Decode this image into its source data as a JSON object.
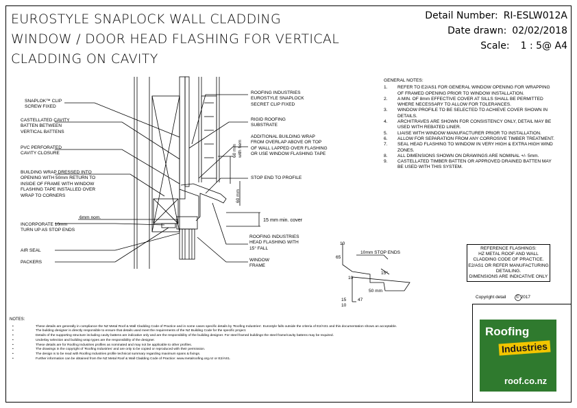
{
  "title": {
    "line1": "EUROSTYLE SNAPLOCK WALL CLADDING",
    "line2": "WINDOW / DOOR HEAD FLASHING FOR VERTICAL",
    "line3": "CLADDING ON CAVITY"
  },
  "meta": {
    "detail_label": "Detail Number:",
    "detail_value": "RI-ESLW012A",
    "date_label": "Date drawn:",
    "date_value": "02/02/2018",
    "scale_label": "Scale:",
    "scale_value": "1 : 5@ A4"
  },
  "drawing_labels": {
    "snaplok_clip": [
      "SNAPLOK™ CLIP",
      "SCREW FIXED"
    ],
    "castellated": [
      "CASTELLATED CAVITY",
      "BATTEN BETWEEN",
      "VERTICAL BATTENS"
    ],
    "pvc": [
      "PVC PERFORATED",
      "CAVITY CLOSURE"
    ],
    "wrap": [
      "BUILDING WRAP DRESSED INTO",
      "OPENING WITH 50mm RETURN TO",
      "INSIDE OF FRAME WITH WINDOW",
      "FLASHING TAPE INSTALLED OVER",
      "WRAP TO CORNERS"
    ],
    "six_mm": "6mm nom.",
    "incorporate": [
      "INCORPORATE 10mm",
      "TURN UP AS STOP ENDS"
    ],
    "air_seal": "AIR SEAL",
    "packers": "PACKERS",
    "secret_clip": [
      "ROOFING INDUSTRIES",
      "EUROSTYLE SNAPLOCK",
      "SECRET CLIP FIXED"
    ],
    "rigid": [
      "RIGID ROOFING",
      "SUBSTRATE"
    ],
    "additional": [
      "ADDITIONAL BUILDING WRAP",
      "FROM OVERLAP ABOVE OR TOP",
      "OF WALL LAPPED OVER FLASHING",
      "OR USE WINDOW FLASHING TAPE"
    ],
    "sixty_hem": [
      "60 mm",
      "with hem"
    ],
    "stop_end": "STOP END TO PROFILE",
    "sixty": "60 mm",
    "fifteen_cover": "15 mm min. cover",
    "head_flashing": [
      "ROOFING INDUSTRIES",
      "HEAD FLASHING WITH",
      "15° FALL"
    ],
    "window_frame": [
      "WINDOW",
      "FRAME"
    ],
    "stop_ends_10": "10mm STOP ENDS",
    "dim_10": "10",
    "dim_65": "65",
    "dim_10b": "10",
    "dim_50": "50 mm",
    "dim_15": "15",
    "dim_47": "47",
    "dim_10c": "10",
    "dim_angle": "15°"
  },
  "general_notes": {
    "heading": "GENERAL NOTES:",
    "items": [
      {
        "n": "1.",
        "t": "REFER TO E2/AS1 FOR GENERAL WINDOW OPENING FOR WRAPPING OF FRAMED OPENING PRIOR TO WINDOW INSTALLATION."
      },
      {
        "n": "2.",
        "t": "A MIN. OF 8mm EFFECTIVE COVER AT SILLS SHALL BE PERMITTED WHERE NECESSARY TO ALLOW FOR TOLERANCES."
      },
      {
        "n": "3.",
        "t": "WINDOW PROFILE TO BE SELECTED TO ACHIEVE COVER SHOWN IN DETAILS."
      },
      {
        "n": "4.",
        "t": "ARCHITRAVES ARE SHOWN FOR CONSISTENCY ONLY, DETAIL MAY BE USED WITH REBATED LINER."
      },
      {
        "n": "5.",
        "t": "LIAISE WITH WINDOW MANUFACTURER PRIOR TO INSTALLATION."
      },
      {
        "n": "6.",
        "t": "ALLOW FOR SEPARATION FROM ANY CORROSIVE TIMBER TREATMENT."
      },
      {
        "n": "7.",
        "t": "SEAL HEAD FLASHING TO WINDOW IN VERY HIGH & EXTRA HIGH WIND ZONES."
      },
      {
        "n": "8.",
        "t": "ALL DIMENSIONS SHOWN ON DRAWINGS ARE NOMINAL +/- 5mm."
      },
      {
        "n": "9.",
        "t": "CASTELLATED TIMBER BATTEN OR APPROVED DRAINED BATTEN MAY BE USED WITH THIS SYSTEM."
      }
    ]
  },
  "reference": {
    "lines": [
      "REFERENCE FLASHINGS:",
      "HZ METAL ROOF AND WALL",
      "CLADDING CODE OF PRACTICE.",
      "E2/AS1 OR REFER MANUFACTURING DETAILING.",
      "DIMENSIONS ARE INDICATIVE ONLY"
    ]
  },
  "copyright": {
    "text": "Copyright detail",
    "symbol": "©",
    "year": "2017"
  },
  "logo": {
    "line1": "Roofing",
    "line2": "Industries",
    "url": "roof.co.nz",
    "green": "#2f7a2e",
    "yellow": "#f2c500"
  },
  "notes": {
    "heading": "NOTES:",
    "items": [
      "These details are generally in compliance the NZ Metal Roof & Wall Cladding Code of Practice and in some cases specific details by 'Roofing Industries'. Eurostyle falls outside the criteria of E2/AS1 and this documentation shows an acceptable.",
      "The building designer is directly responsible to ensure that details used meet the requirements of the NZ Building Code for the specific project.",
      "Details of the supporting structure including cavity battens are indicative only and are the responsibility of the building designer. For steel framed buildings the steel frame/cavity battens may be required.",
      "Underlay selection and building wrap types are the responsibility of the designer.",
      "These details are for Roofing Industries profiles as nominated and may not be applicable to other profiles.",
      "The drawings in the copyright of 'Roofing Industries' and are only to be copied or reproduced with their permission.",
      "The design is to be read with Roofing Industries profile technical summary regarding maximum spans & fixings.",
      "Further information can be obtained from the NZ Metal Roof & Wall Cladding Code of Practice: www.metalroofing.org.nz or E2/AS1."
    ]
  }
}
